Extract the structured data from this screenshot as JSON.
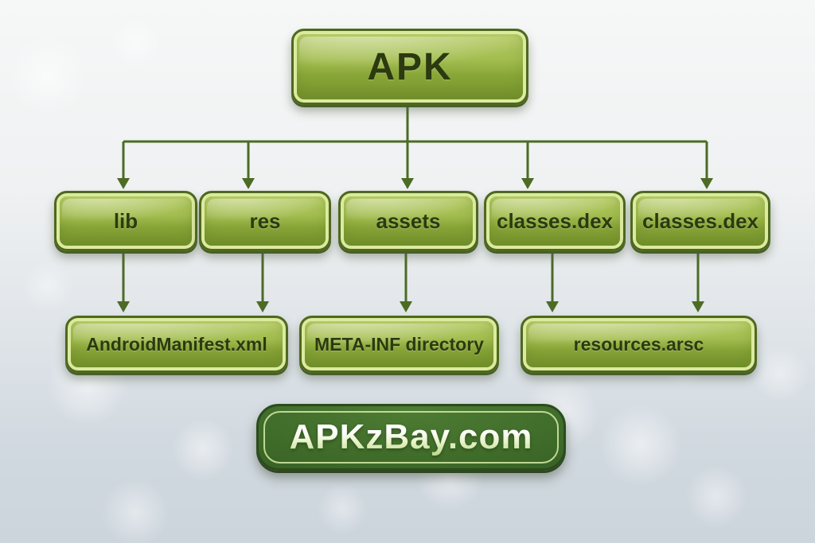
{
  "diagram": {
    "root": {
      "label": "APK"
    },
    "level2": [
      {
        "label": "lib"
      },
      {
        "label": "res"
      },
      {
        "label": "assets"
      },
      {
        "label": "classes.dex"
      },
      {
        "label": "classes.dex"
      }
    ],
    "level3": [
      {
        "label": "AndroidManifest.xml"
      },
      {
        "label": "META-INF directory"
      },
      {
        "label": "resources.arsc"
      }
    ],
    "footer": {
      "label": "APKzBay.com"
    }
  },
  "colors": {
    "box_body_top": "#b7cd68",
    "box_body_bottom": "#7e9b31",
    "box_border": "#4e681f",
    "box_inner_ring": "#dcea9f",
    "box_text": "#2c3a10",
    "connector": "#4c6b25",
    "banner_body": "#3e6a29",
    "banner_border": "#2b4c1c",
    "banner_text_top": "#ffffff",
    "banner_text_bottom": "#bcd98a",
    "background_top": "#f6f7f7",
    "background_bottom": "#ccd4dc"
  }
}
